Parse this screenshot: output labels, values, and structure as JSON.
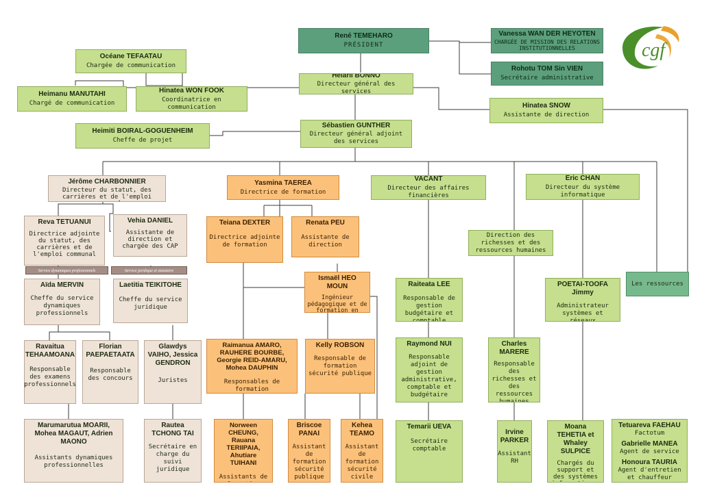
{
  "logo": {
    "text": "cgf",
    "colors": {
      "green": "#4a8f2a",
      "orange": "#e8a12a"
    }
  },
  "nodes": {
    "temeharo": {
      "name": "René TEMEHARO",
      "role": "PRÉSIDENT"
    },
    "wan": {
      "name": "Vanessa WAN DER HEYOTEN",
      "role": "CHARGÉE DE MISSION DES RELATIONS INSTITUTIONNELLES"
    },
    "tom": {
      "name": "Rohotu TOM Sin VIEN",
      "role": "Secrétaire administrative"
    },
    "tefaatau": {
      "name": "Océane TEFAATAU",
      "role": "Chargée de communication"
    },
    "manutahi": {
      "name": "Heimanu MANUTAHI",
      "role": "Chargé de communication"
    },
    "wonfook": {
      "name": "Hinatea WON FOOK",
      "role": "Coordinatrice en communication"
    },
    "bonno": {
      "name": "Heiarii BONNO",
      "role": "Directeur général des services"
    },
    "snow": {
      "name": "Hinatea SNOW",
      "role": "Assistante de direction"
    },
    "boiral": {
      "name": "Heimiti BOIRAL-GOGUENHEIM",
      "role": "Cheffe de projet"
    },
    "gunther": {
      "name": "Sébastien GUNTHER",
      "role": "Directeur général adjoint des services"
    },
    "charbonnier": {
      "name": "Jérôme CHARBONNIER",
      "role": "Directeur du statut, des carrières et de l'emploi communal"
    },
    "taerea": {
      "name": "Yasmina TAEREA",
      "role": "Directrice de formation"
    },
    "vacant": {
      "name": "VACANT",
      "role": "Directeur des affaires financières"
    },
    "chan": {
      "name": "Eric CHAN",
      "role": "Directeur du système informatique"
    },
    "tetuanui": {
      "name": "Reva TETUANUI",
      "role": "Directrice adjointe du statut, des carrières et de l'emploi communal"
    },
    "daniel": {
      "name": "Vehia DANIEL",
      "role": "Assistante de direction et chargée des CAP"
    },
    "dexter": {
      "name": "Teiana DEXTER",
      "role": "Directrice adjointe de formation"
    },
    "peu": {
      "name": "Renata PEU",
      "role": "Assistante de direction"
    },
    "drh": {
      "role": "Direction des richesses et des ressources humaines"
    },
    "tag1": {
      "label": "Service dynamiques professionnels"
    },
    "tag2": {
      "label": "Service juridique et statutaire"
    },
    "mervin": {
      "name": "Aïda MERVIN",
      "role": "Cheffe du service dynamiques professionnels"
    },
    "teikitohe": {
      "name": "Laetitia TEIKITOHE",
      "role": "Cheffe du service juridique"
    },
    "heomoun": {
      "name": "Ismaël HEO MOUN",
      "role": "Ingénieur pédagogique et de formation en sécurité"
    },
    "lee": {
      "name": "Raiteata LEE",
      "role": "Responsable de gestion budgétaire et comptable"
    },
    "poetai": {
      "name": "POETAI-TOOFA Jimmy",
      "role": "Administrateur systèmes et réseaux"
    },
    "ressources": {
      "role": "Les ressources"
    },
    "tehaamoana": {
      "name": "Ravaitua TEHAAMOANA",
      "role": "Responsable des examens professionnels"
    },
    "paepaetaata": {
      "name": "Florian PAEPAETAATA",
      "role": "Responsable des concours"
    },
    "vaiho": {
      "name": "Glawdys VAIHO, Jessica GENDRON",
      "role": "Juristes"
    },
    "amaro": {
      "name": "Raimanua AMARO, RAUHERE BOURBE, Georgie REID-AMARU, Mohea DAUPHIN",
      "role": "Responsables de formation"
    },
    "robson": {
      "name": "Kelly ROBSON",
      "role": "Responsable de formation sécurité publique"
    },
    "nui": {
      "name": "Raymond NUI",
      "role": "Responsable adjoint de gestion administrative, comptable et budgétaire"
    },
    "marere": {
      "name": "Charles MARERE",
      "role": "Responsable des richesses et des ressources humaines"
    },
    "moarii": {
      "name": "Marumarutua MOARII, Mohea MAGAUT, Adrien MAONO",
      "role": "Assistants dynamiques professionnelles"
    },
    "tchong": {
      "name": "Rautea TCHONG TAI",
      "role": "Secrétaire en charge du suivi juridique"
    },
    "cheung": {
      "name": "Norween CHEUNG, Rauana TERIIPAIA, Ahutiare TUIHANI",
      "role": "Assistants de formation"
    },
    "panai": {
      "name": "Briscoe PANAI",
      "role": "Assistant de formation sécurité publique"
    },
    "teamo": {
      "name": "Kehea TEAMO",
      "role": "Assistant de formation sécurité civile"
    },
    "ueva": {
      "name": "Temarii UEVA",
      "role": "Secrétaire comptable"
    },
    "parker": {
      "name": "Irvine PARKER",
      "role": "Assistant RH"
    },
    "tehetia": {
      "name": "Moana TEHETIA et Whaley SULPICE",
      "role": "Chargés du support et des systèmes informatiques"
    },
    "faehau": {
      "name": "Tetuareva FAEHAU",
      "role": "Factotum"
    },
    "manea": {
      "name": "Gabrielle MANEA",
      "role": "Agent de service"
    },
    "tauria": {
      "name": "Honoura TAURIA",
      "role": "Agent d'entretien et chauffeur"
    }
  }
}
